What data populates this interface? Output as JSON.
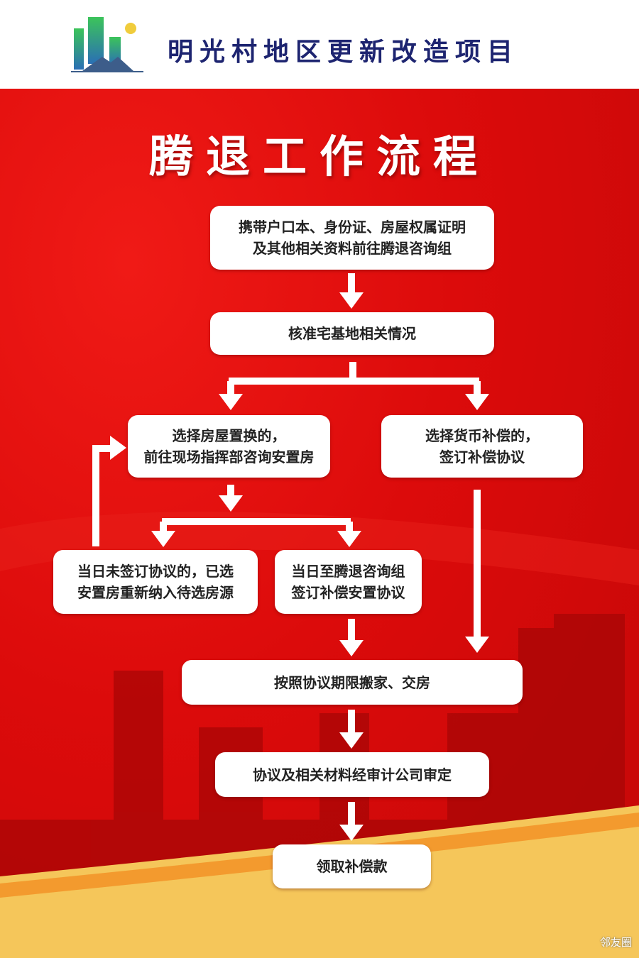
{
  "header": {
    "org_name": "明光村地区更新改造项目"
  },
  "title": "腾退工作流程",
  "steps": {
    "s1": [
      "携带户口本、身份证、房屋权属证明",
      "及其他相关资料前往腾退咨询组"
    ],
    "s2": "核准宅基地相关情况",
    "s3": [
      "选择房屋置换的，",
      "前往现场指挥部咨询安置房"
    ],
    "s4": [
      "选择货币补偿的，",
      "签订补偿协议"
    ],
    "s5": [
      "当日未签订协议的，已选",
      "安置房重新纳入待选房源"
    ],
    "s6": [
      "当日至腾退咨询组",
      "签订补偿安置协议"
    ],
    "s7": "按照协议期限搬家、交房",
    "s8": "协议及相关材料经审计公司审定",
    "s9": "领取补偿款"
  },
  "watermark": "邻友圈",
  "colors": {
    "red": "#dc0b0b",
    "navy": "#1d2470",
    "gold": "#f5c65a"
  }
}
